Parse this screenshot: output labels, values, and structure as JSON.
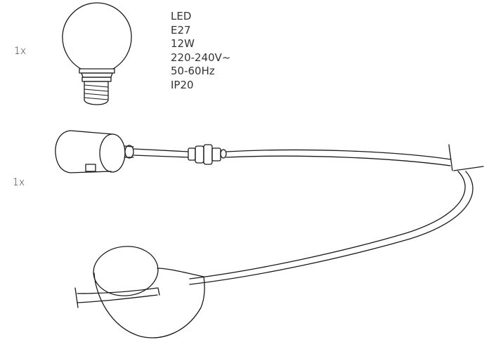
{
  "parts": [
    {
      "quantity": "1x"
    },
    {
      "quantity": "1x"
    }
  ],
  "bulb_specs": [
    "LED",
    "E27",
    "12W",
    "220-240V~",
    "50-60Hz",
    "IP20"
  ],
  "icons": [
    "led-bulb-illustration",
    "socket-cable-illustration",
    "canopy-illustration"
  ]
}
